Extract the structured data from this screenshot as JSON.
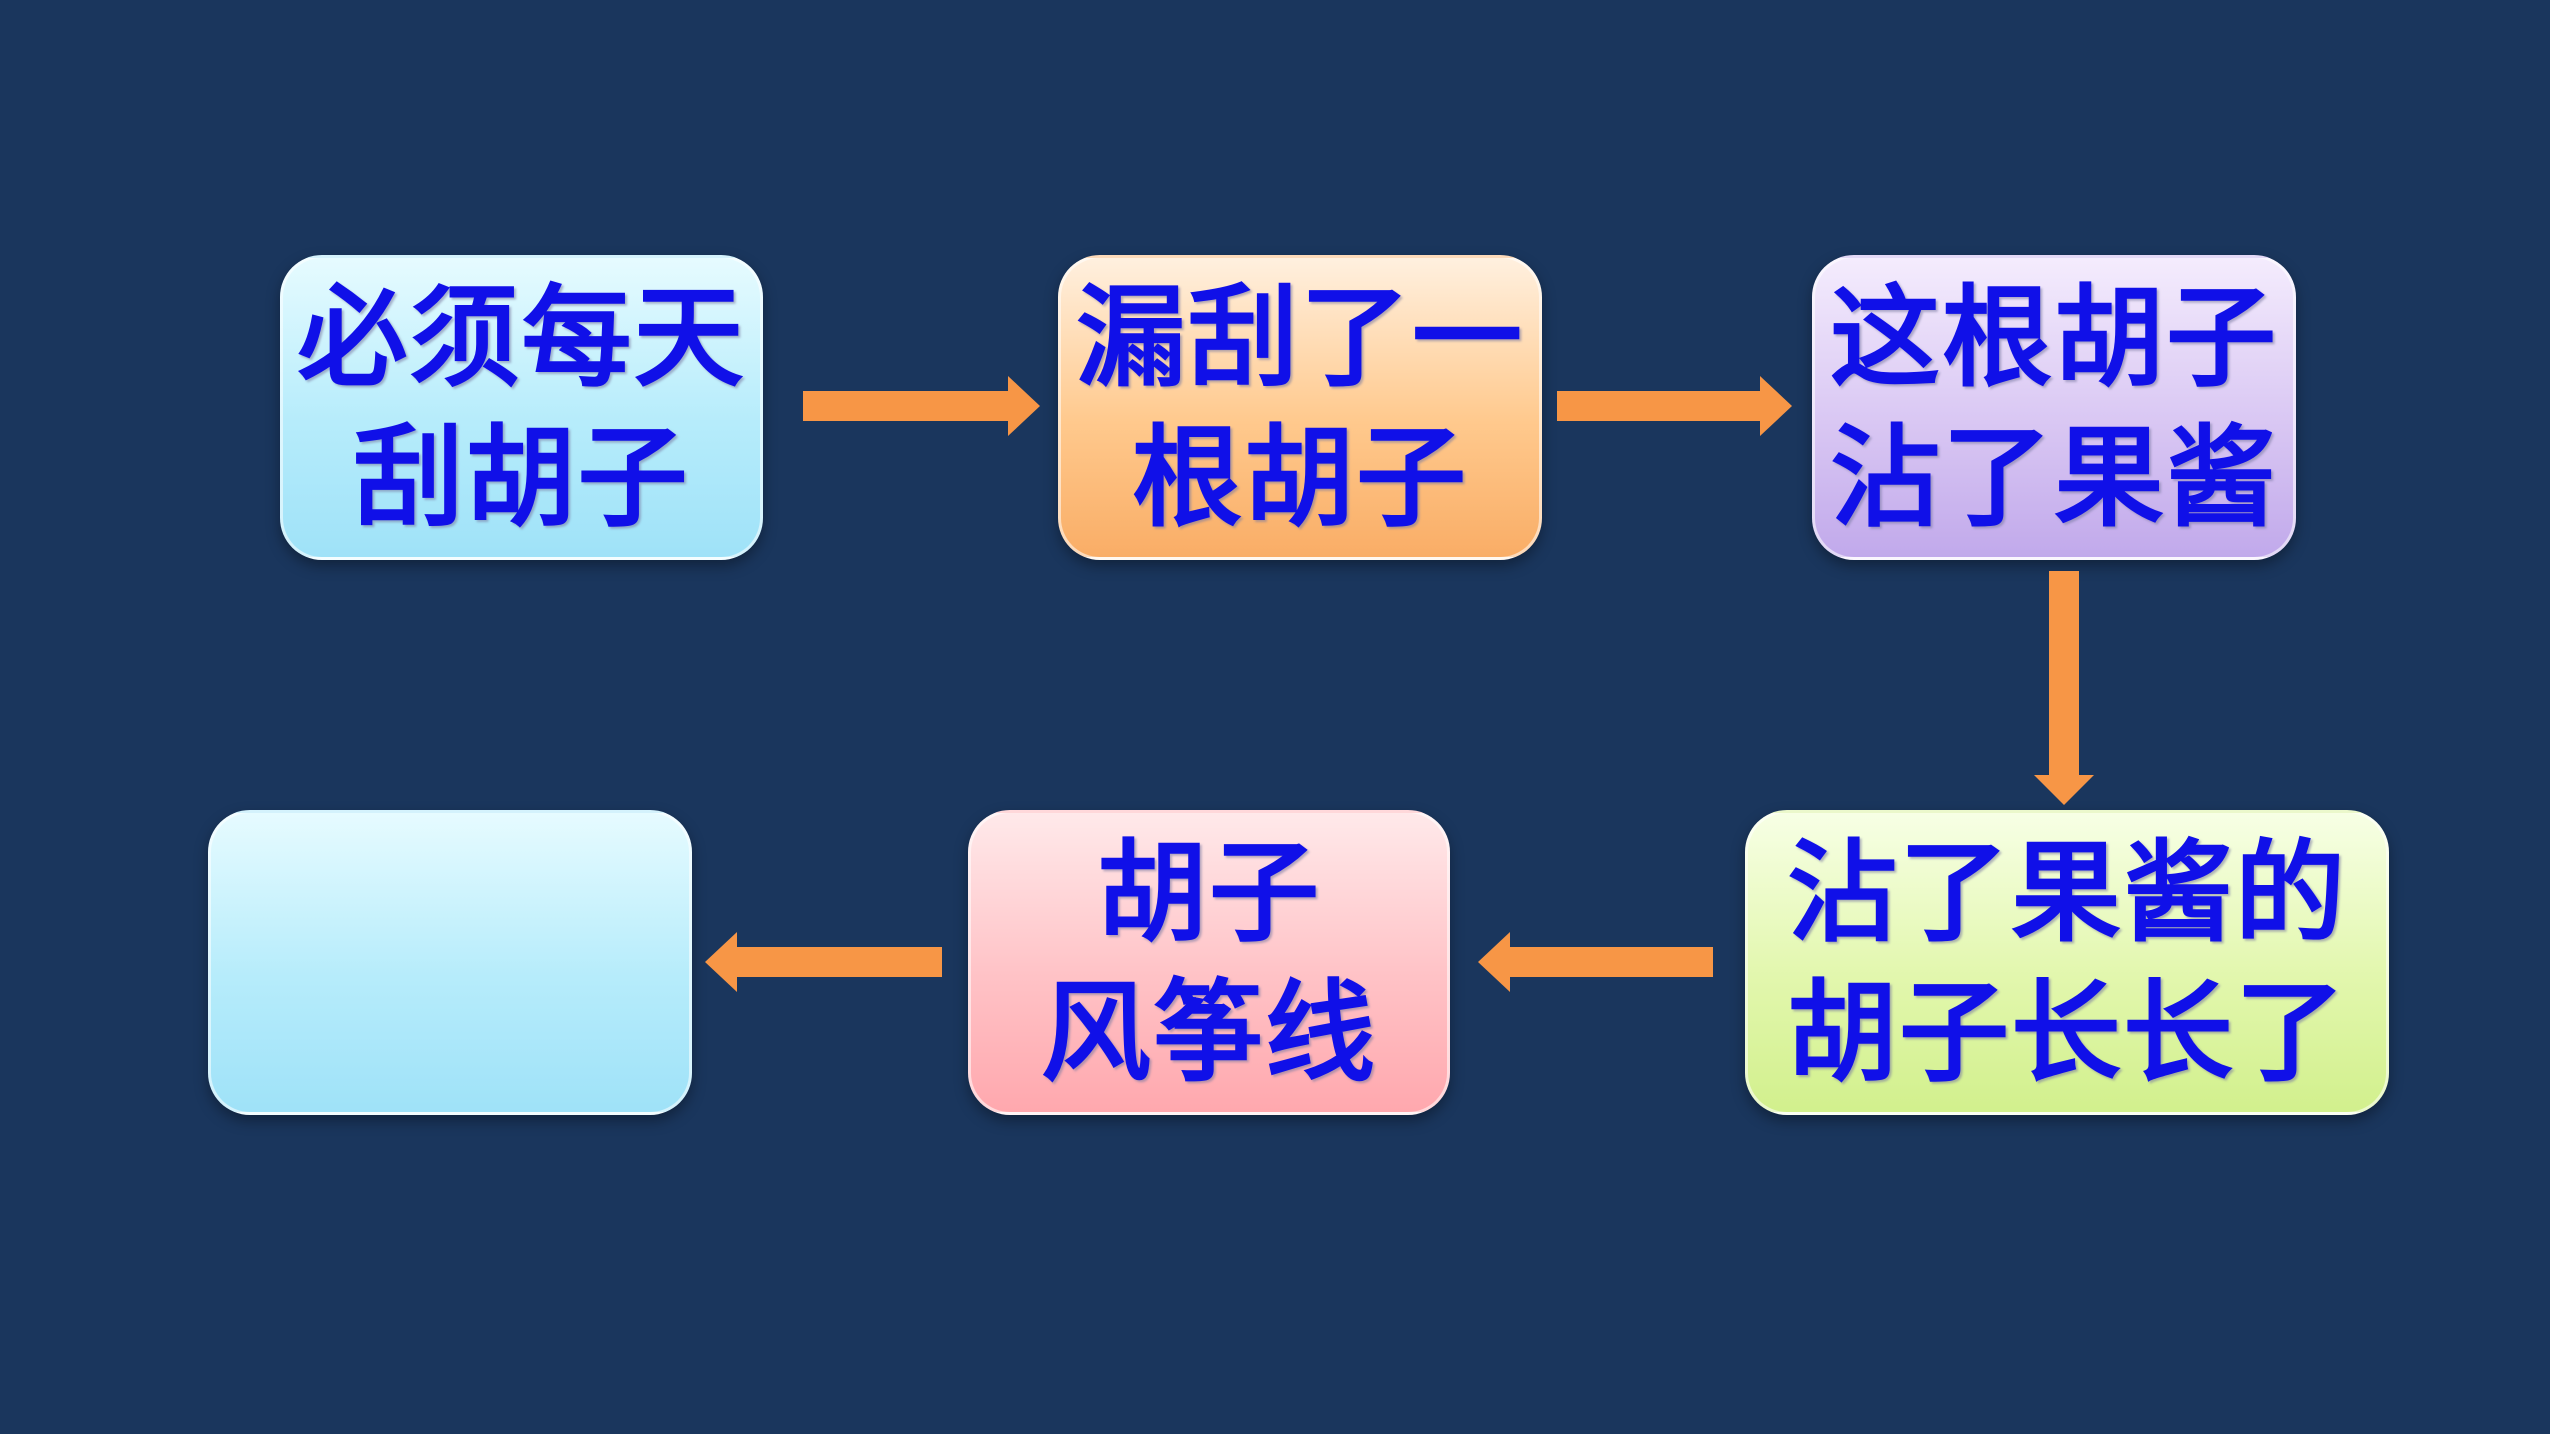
{
  "boxes": [
    {
      "id": "box1",
      "lines": [
        "必须每天",
        "刮胡子"
      ]
    },
    {
      "id": "box2",
      "lines": [
        "漏刮了一",
        "根胡子"
      ]
    },
    {
      "id": "box3",
      "lines": [
        "这根胡子",
        "沾了果酱"
      ]
    },
    {
      "id": "box4",
      "lines": [
        "沾了果酱的",
        "胡子长长了"
      ]
    },
    {
      "id": "box5",
      "lines": [
        "胡子",
        "风筝线"
      ]
    },
    {
      "id": "box6",
      "lines": []
    }
  ],
  "colors": {
    "background": "#1a365d",
    "text": "#1010e8",
    "arrow": "#f79646"
  }
}
